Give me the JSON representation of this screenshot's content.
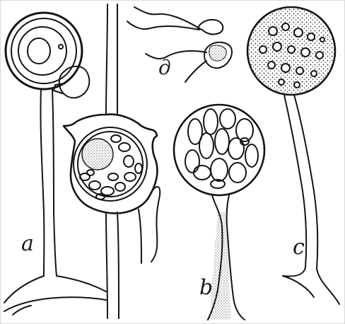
{
  "figure": {
    "labels": {
      "a": "a",
      "b": "b",
      "c": "c",
      "d": "д"
    }
  }
}
